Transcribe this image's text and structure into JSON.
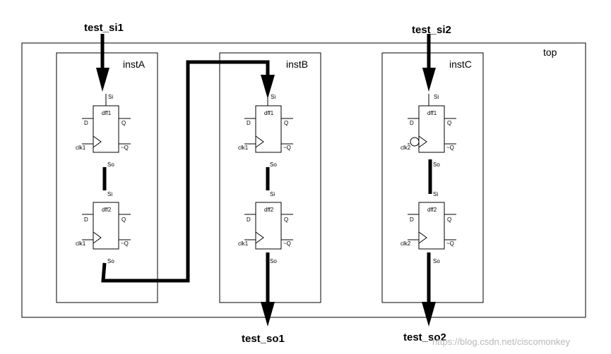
{
  "top_label": "top",
  "instances": [
    {
      "name": "instA",
      "ffs": [
        {
          "name": "dff1",
          "d": "D",
          "q": "Q",
          "qn": "~Q",
          "si": "Si",
          "so": "So",
          "clk": "clk1",
          "clk_inverted": false
        },
        {
          "name": "dff2",
          "d": "D",
          "q": "Q",
          "qn": "~Q",
          "si": "Si",
          "so": "So",
          "clk": "clk1",
          "clk_inverted": false
        }
      ]
    },
    {
      "name": "instB",
      "ffs": [
        {
          "name": "dff1",
          "d": "D",
          "q": "Q",
          "qn": "~Q",
          "si": "Si",
          "so": "So",
          "clk": "clk1",
          "clk_inverted": false
        },
        {
          "name": "dff2",
          "d": "D",
          "q": "Q",
          "qn": "~Q",
          "si": "Si",
          "so": "So",
          "clk": "clk1",
          "clk_inverted": false
        }
      ]
    },
    {
      "name": "instC",
      "ffs": [
        {
          "name": "dff1",
          "d": "D",
          "q": "Q",
          "qn": "~Q",
          "si": "Si",
          "so": "So",
          "clk": "clk2",
          "clk_inverted": true
        },
        {
          "name": "dff2",
          "d": "D",
          "q": "Q",
          "qn": "~Q",
          "si": "Si",
          "so": "So",
          "clk": "clk2",
          "clk_inverted": false
        }
      ]
    }
  ],
  "signals": {
    "test_si1": "test_si1",
    "test_si2": "test_si2",
    "test_so1": "test_so1",
    "test_so2": "test_so2"
  },
  "watermark": "https://blog.csdn.net/ciscomonkey"
}
